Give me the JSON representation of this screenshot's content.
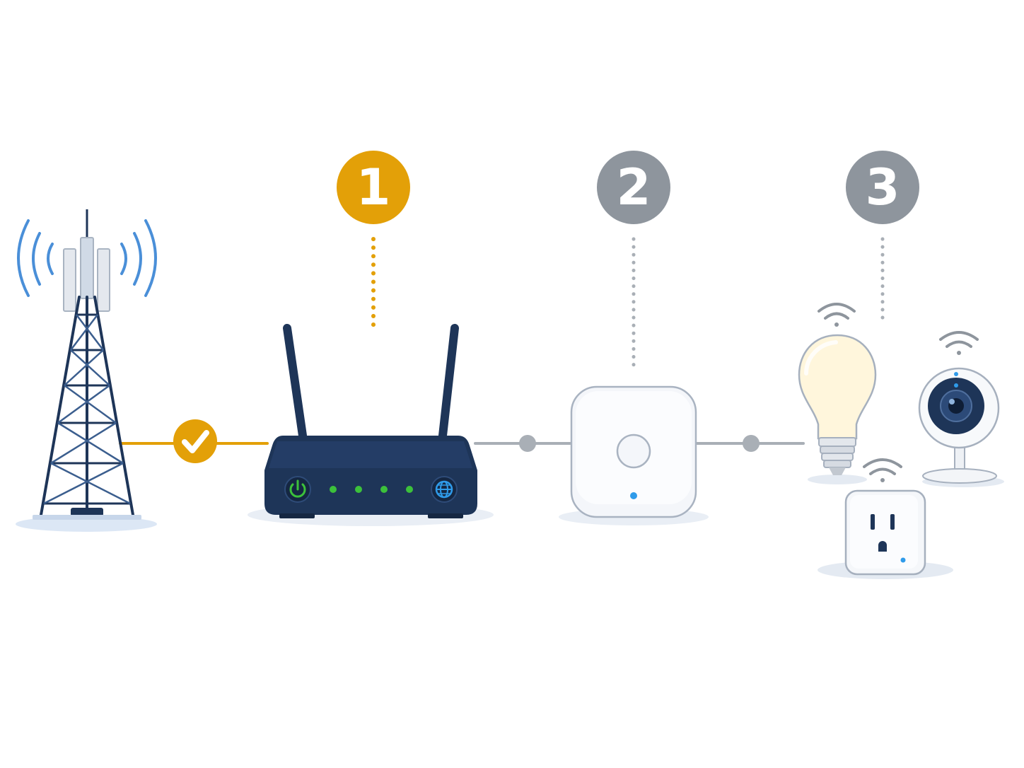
{
  "diagram": {
    "steps": [
      {
        "number": "1",
        "state": "active",
        "color": "#E3A008"
      },
      {
        "number": "2",
        "state": "pending",
        "color": "#8E959D"
      },
      {
        "number": "3",
        "state": "pending",
        "color": "#8E959D"
      }
    ],
    "links": [
      {
        "from": "cell-tower",
        "to": "router",
        "status": "connected",
        "icon": "check-icon",
        "color": "#E3A008"
      },
      {
        "from": "router",
        "to": "hub",
        "status": "pending",
        "color": "#A9AFB6"
      },
      {
        "from": "hub",
        "to": "smart-devices",
        "status": "pending",
        "color": "#A9AFB6"
      }
    ],
    "devices": [
      {
        "id": "cell-tower",
        "icon": "cell-tower-icon"
      },
      {
        "id": "router",
        "icon": "router-icon",
        "indicators": [
          "power-icon",
          "led",
          "led",
          "led",
          "led",
          "globe-icon"
        ]
      },
      {
        "id": "hub",
        "icon": "smart-hub-icon"
      },
      {
        "id": "smart-bulb",
        "icon": "light-bulb-icon"
      },
      {
        "id": "smart-camera",
        "icon": "camera-icon"
      },
      {
        "id": "smart-plug",
        "icon": "smart-plug-icon"
      }
    ],
    "colors": {
      "navy": "#1E3558",
      "signal_blue": "#4A8FD8",
      "led_green": "#3CC13B",
      "status_blue": "#2F9BEA"
    }
  }
}
